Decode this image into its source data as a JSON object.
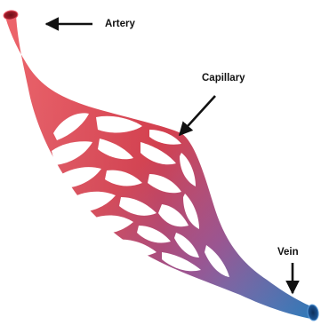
{
  "labels": {
    "artery": "Artery",
    "capillary": "Capillary",
    "vein": "Vein"
  },
  "colors": {
    "artery": "#e23e46",
    "capillary_mid": "#a84f82",
    "vein": "#3f7fc4",
    "arrow": "#111111"
  },
  "icons": [
    "arrow-left-icon",
    "arrow-down-left-icon",
    "arrow-down-icon"
  ]
}
